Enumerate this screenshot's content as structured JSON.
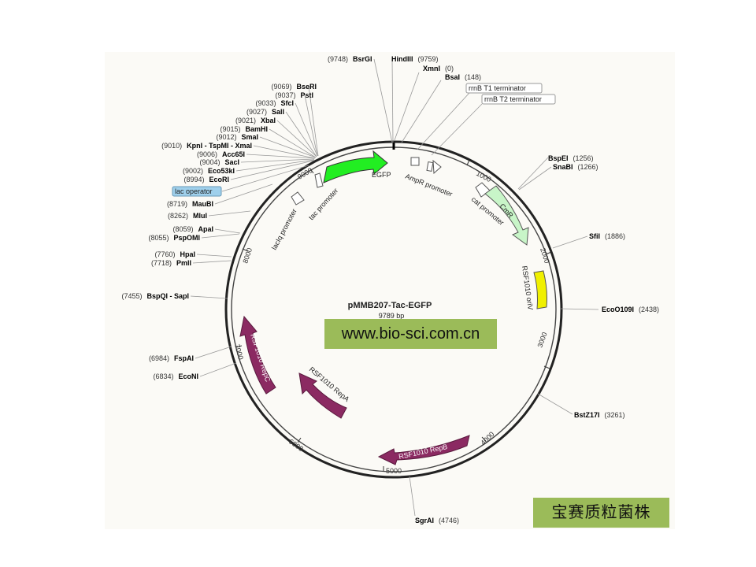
{
  "plasmid": {
    "name": "pMMB207-Tac-EGFP",
    "size": "9789 bp",
    "ticks": [
      "1000",
      "2000",
      "3000",
      "4000",
      "5000",
      "6000",
      "7000",
      "8000",
      "9000"
    ]
  },
  "enzymes": {
    "bsrgi": {
      "name": "BsrGI",
      "pos": "(9748)"
    },
    "hindiii": {
      "name": "HindIII",
      "pos": "(9759)"
    },
    "xmni": {
      "name": "XmnI",
      "pos": "(0)"
    },
    "bsai": {
      "name": "BsaI",
      "pos": "(148)"
    },
    "bseri": {
      "name": "BseRI",
      "pos": "(9069)"
    },
    "psti": {
      "name": "PstI",
      "pos": "(9037)"
    },
    "sfci": {
      "name": "SfcI",
      "pos": "(9033)"
    },
    "sali": {
      "name": "SalI",
      "pos": "(9027)"
    },
    "xbai": {
      "name": "XbaI",
      "pos": "(9021)"
    },
    "bamhi": {
      "name": "BamHI",
      "pos": "(9015)"
    },
    "smai": {
      "name": "SmaI",
      "pos": "(9012)"
    },
    "kpni": {
      "name": "KpnI - TspMI - XmaI",
      "pos": "(9010)"
    },
    "acc65i": {
      "name": "Acc65I",
      "pos": "(9006)"
    },
    "saci": {
      "name": "SacI",
      "pos": "(9004)"
    },
    "eco53ki": {
      "name": "Eco53kI",
      "pos": "(9002)"
    },
    "ecori": {
      "name": "EcoRI",
      "pos": "(8994)"
    },
    "maubi": {
      "name": "MauBI",
      "pos": "(8719)"
    },
    "mlui": {
      "name": "MluI",
      "pos": "(8262)"
    },
    "apai": {
      "name": "ApaI",
      "pos": "(8059)"
    },
    "pspomi": {
      "name": "PspOMI",
      "pos": "(8055)"
    },
    "hpai": {
      "name": "HpaI",
      "pos": "(7760)"
    },
    "pmli": {
      "name": "PmlI",
      "pos": "(7718)"
    },
    "bspqi": {
      "name": "BspQI - SapI",
      "pos": "(7455)"
    },
    "fspai": {
      "name": "FspAI",
      "pos": "(6984)"
    },
    "econi": {
      "name": "EcoNI",
      "pos": "(6834)"
    },
    "bspei": {
      "name": "BspEI",
      "pos": "(1256)"
    },
    "snabi": {
      "name": "SnaBI",
      "pos": "(1266)"
    },
    "sfii": {
      "name": "SfiI",
      "pos": "(1886)"
    },
    "ecoo109i": {
      "name": "EcoO109I",
      "pos": "(2438)"
    },
    "bstz17i": {
      "name": "BstZ17I",
      "pos": "(3261)"
    },
    "sgrai": {
      "name": "SgrAI",
      "pos": "(4746)"
    }
  },
  "features": {
    "rrnb_t1": "rrnB T1 terminator",
    "rrnb_t2": "rrnB T2 terminator",
    "lac_operator": "lac operator",
    "egfp": "EGFP",
    "ampr_promoter": "AmpR promoter",
    "cmr": "CmR",
    "cat_promoter": "cat promoter",
    "rsf1010_oriv": "RSF1010 oriV",
    "rsf1010_repb": "RSF1010 RepB",
    "rsf1010_repa": "RSF1010 RepA",
    "rsf1010_repc": "RSF1010 RepC",
    "laciq_promoter": "lacIq promoter",
    "tac_promoter": "tac promoter"
  },
  "colors": {
    "egfp": "#22ee22",
    "cmr": "#c8f5c8",
    "oriv": "#f0f000",
    "rep": "#8b2a62",
    "lac_operator": "#9fd0ec",
    "watermark_box": "#9bbb59"
  },
  "watermarks": {
    "site": "www.bio-sci.com.cn",
    "brand": "宝赛质粒菌株"
  }
}
